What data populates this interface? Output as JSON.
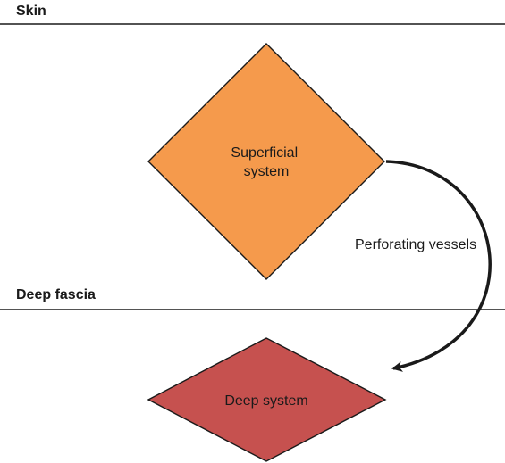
{
  "layers": {
    "skin": {
      "label": "Skin"
    },
    "deep_fascia": {
      "label": "Deep fascia"
    }
  },
  "nodes": {
    "superficial": {
      "line1": "Superficial",
      "line2": "system",
      "color": "#f59a4c"
    },
    "deep": {
      "label": "Deep system",
      "color": "#c6514f"
    }
  },
  "edge": {
    "label": "Perforating vessels"
  },
  "colors": {
    "line": "#1a1a1a"
  }
}
